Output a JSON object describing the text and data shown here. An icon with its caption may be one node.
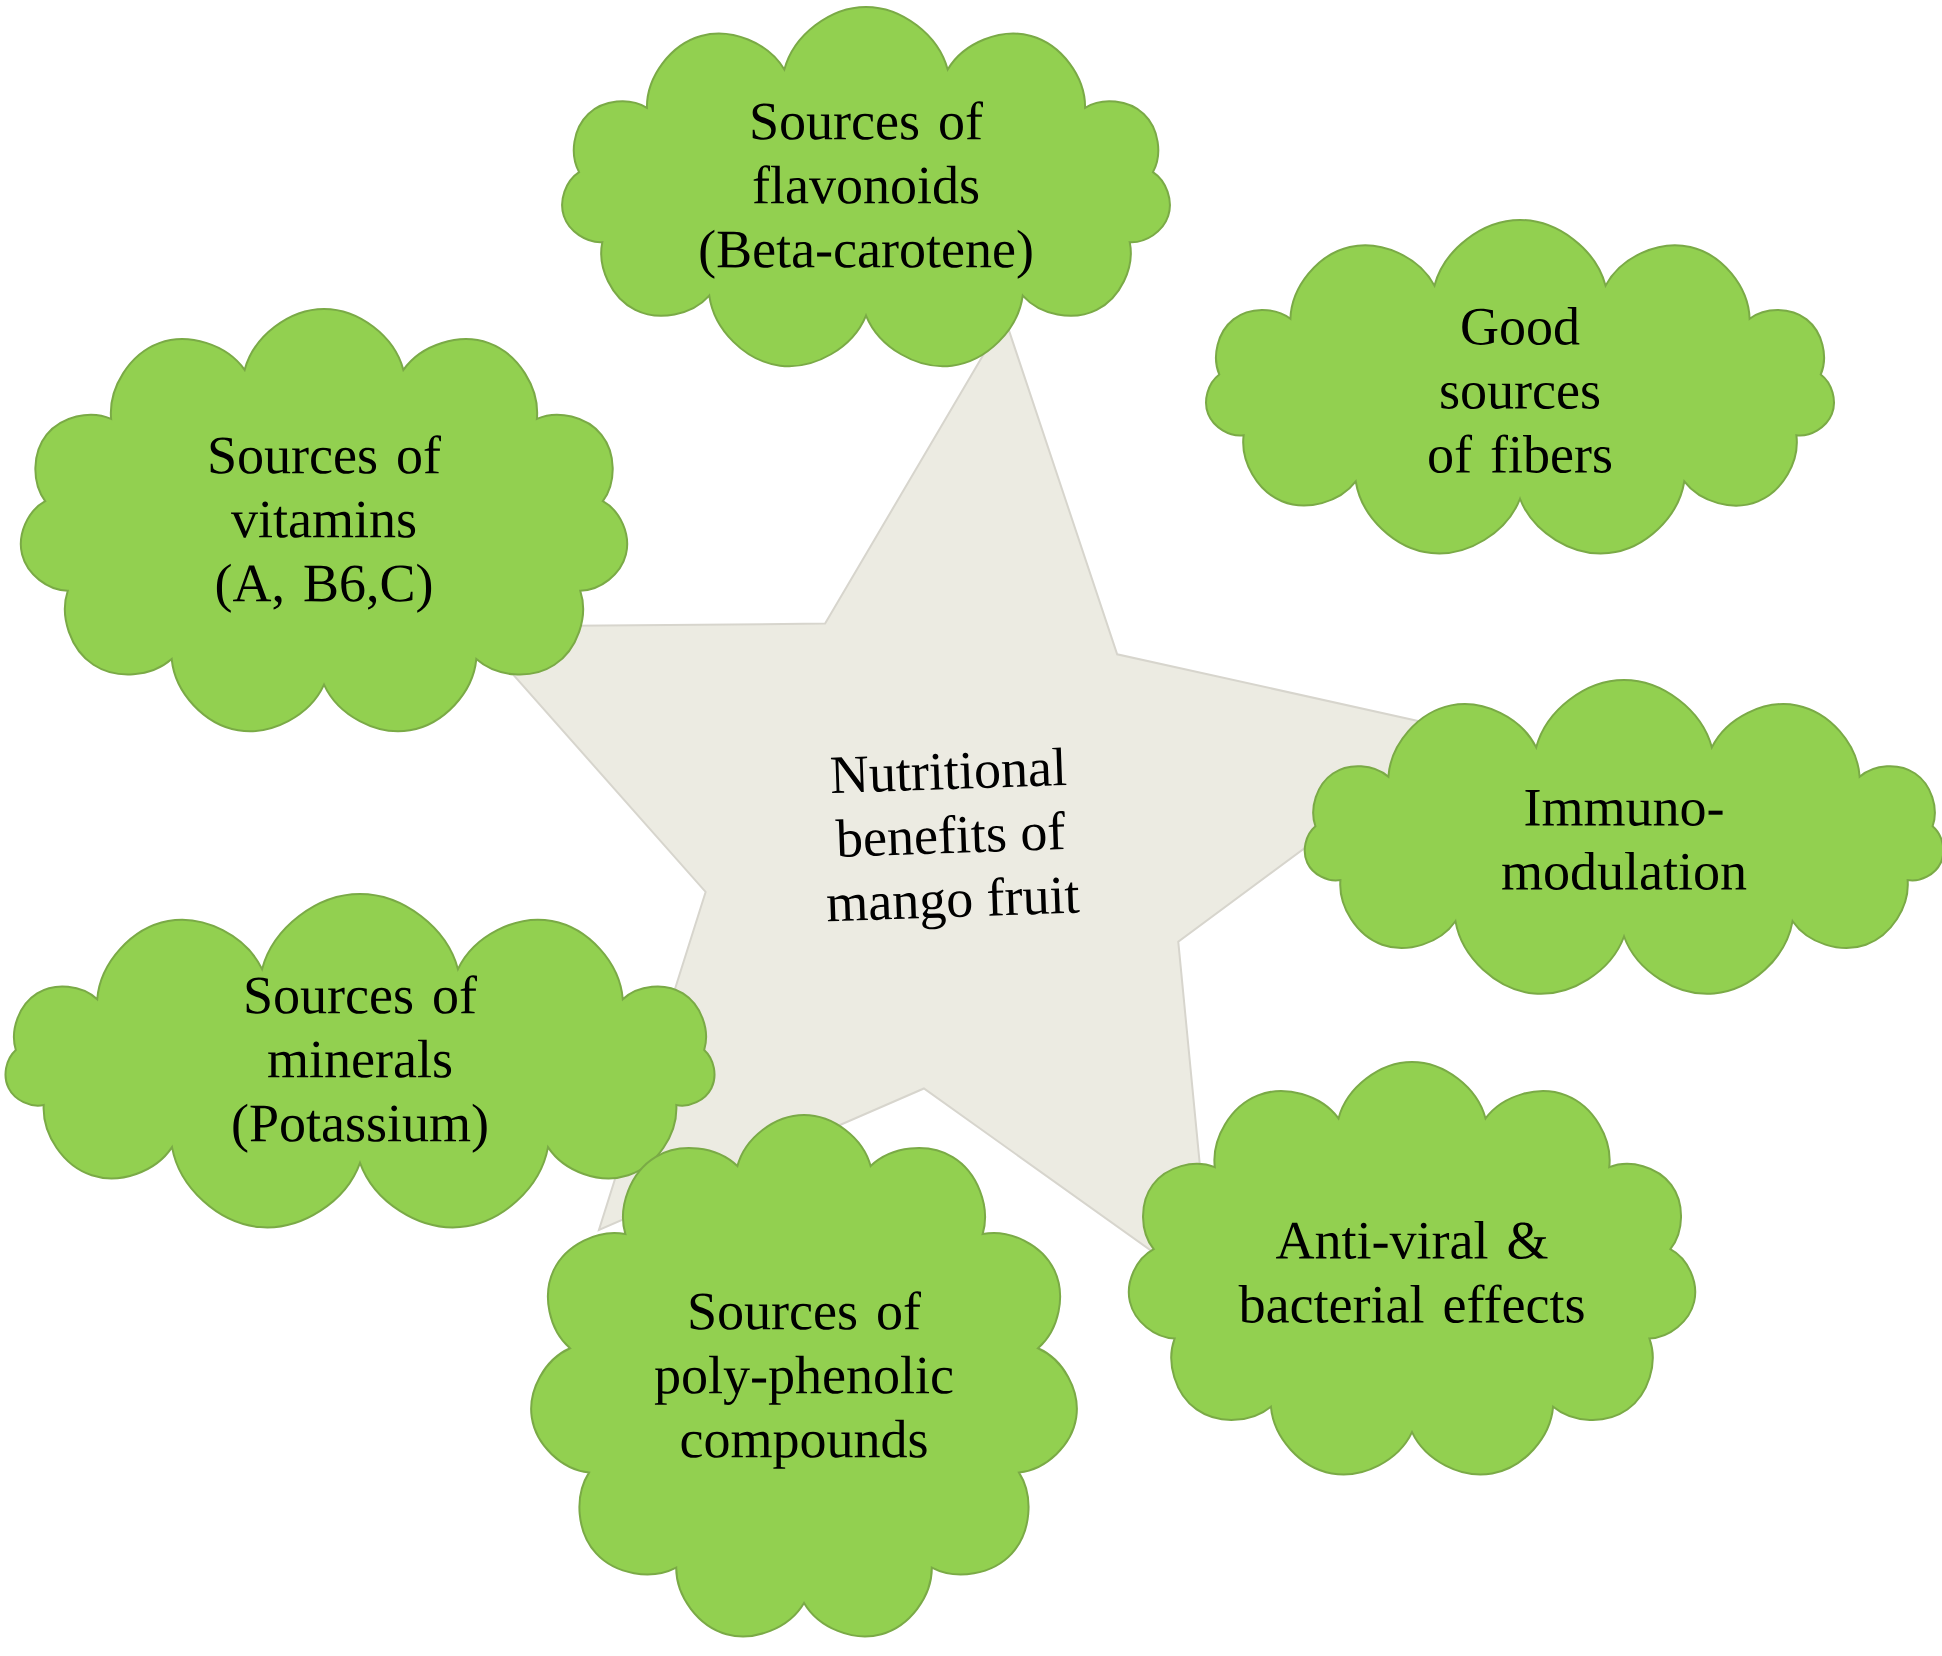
{
  "diagram": {
    "nodes": [
      {
        "text": [
          "Nutritional benefits of mango fruit"
        ]
      },
      {
        "text": [
          "Sources of flavonoids (Beta-carotene)"
        ]
      },
      {
        "text": [
          "Good sources of fibers"
        ]
      },
      {
        "text": [
          "Sources of vitamins (A, B6,C)"
        ]
      },
      {
        "text": [
          "Immuno-modulation"
        ]
      },
      {
        "text": [
          "Sources of minerals (Potassium)"
        ]
      },
      {
        "text": [
          "Anti-viral & bacterial effects"
        ]
      },
      {
        "text": [
          "Sources of poly-phenolic compounds"
        ]
      }
    ]
  }
}
